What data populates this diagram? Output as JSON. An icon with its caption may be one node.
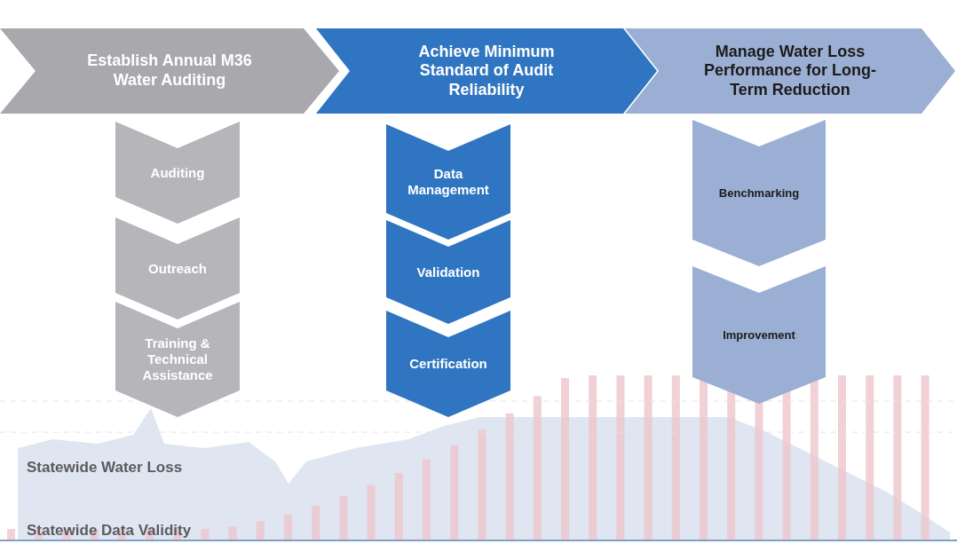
{
  "diagram": {
    "nodes": [
      {
        "text": [
          "Establish Annual M36 Water Auditing"
        ]
      },
      {
        "text": [
          "Achieve Minimum Standard of Audit Reliability"
        ]
      },
      {
        "text": [
          "Manage Water Loss Performance for Long-Term Reduction"
        ]
      },
      {
        "text": [
          "Auditing"
        ]
      },
      {
        "text": [
          "Outreach"
        ]
      },
      {
        "text": [
          "Training & Technical Assistance"
        ]
      },
      {
        "text": [
          "Data Management"
        ]
      },
      {
        "text": [
          "Validation"
        ]
      },
      {
        "text": [
          "Certification"
        ]
      },
      {
        "text": [
          "Benchmarking"
        ]
      },
      {
        "text": [
          "Improvement"
        ]
      }
    ],
    "labels": [
      "Statewide Water Loss",
      "Statewide Data Validity"
    ]
  }
}
